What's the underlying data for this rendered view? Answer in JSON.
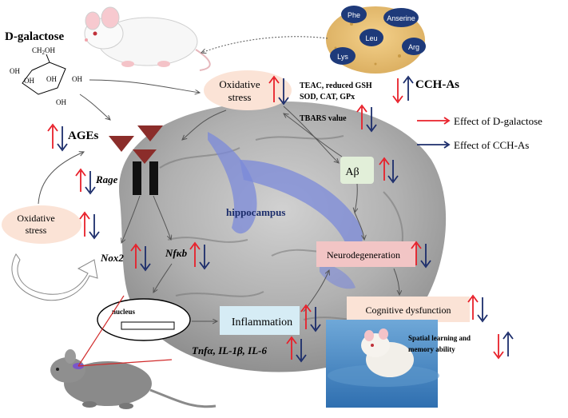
{
  "colors": {
    "red": "#e8202a",
    "navy": "#1c2d6b",
    "peach": "#fbe3d6",
    "lightGreen": "#e2efd9",
    "lightBlue": "#d6ecf5",
    "pink": "#f2c5c5",
    "triangle": "#8b2d2a",
    "powder": "#e8c170",
    "aminoBadge": "#1e3a7a",
    "brainGray": "#9a9a9a",
    "hippocampusBlue": "#7b89d9"
  },
  "labels": {
    "dgalactose": "D-galactose",
    "ch2oh": "CH",
    "ch2oh_sub": "2",
    "ch2oh_tail": "OH",
    "oh": "OH",
    "ages": "AGEs",
    "rage": "Rage",
    "oxidative_stress_top": [
      "Oxidative",
      "stress"
    ],
    "oxidative_stress_left": [
      "Oxidative",
      "stress"
    ],
    "markers_line1": "TEAC, reduced GSH",
    "markers_line2": "SOD, CAT, GPx",
    "tbars": "TBARS value",
    "cch": "CCH-As",
    "legend_dgal": "Effect of D-galactose",
    "legend_cch": "Effect of CCH-As",
    "abeta": "Aβ",
    "hippocampus": "hippocampus",
    "neurodegeneration": "Neurodegeneration",
    "nox2": "Nox2",
    "nfkb": "Nfκb",
    "nucleus": "nucleus",
    "inflammation": "Inflammation",
    "cognitive": "Cognitive dysfunction",
    "cytokines": "Tnfα, IL-1β, IL-6",
    "spatial": [
      "Spatial learning and",
      "memory ability"
    ]
  },
  "amino_acids": [
    "Phe",
    "Anserine",
    "Leu",
    "Lys",
    "Arg"
  ]
}
